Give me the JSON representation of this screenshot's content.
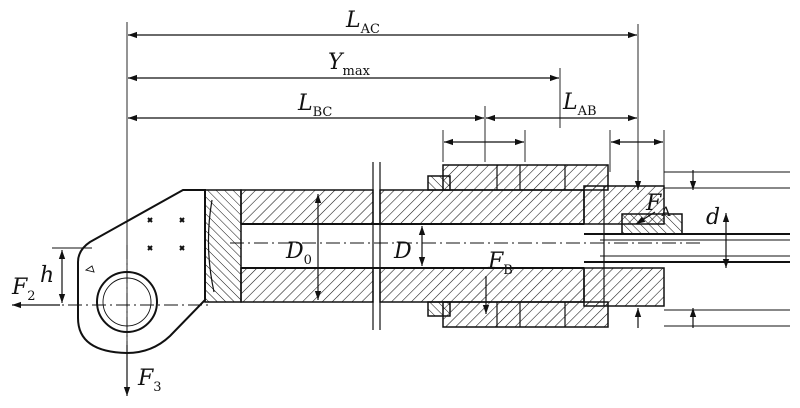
{
  "labels": {
    "L_AC": {
      "main": "L",
      "sub": "AC"
    },
    "Y_max": {
      "main": "Y",
      "sub": "max"
    },
    "L_BC": {
      "main": "L",
      "sub": "BC"
    },
    "L_AB": {
      "main": "L",
      "sub": "AB"
    },
    "D0": {
      "main": "D",
      "sub": "0"
    },
    "D": {
      "main": "D"
    },
    "d": {
      "main": "d"
    },
    "F_A": {
      "main": "F",
      "sub": "A"
    },
    "F_B": {
      "main": "F",
      "sub": "B"
    },
    "F2": {
      "main": "F",
      "sub": "2"
    },
    "F3": {
      "main": "F",
      "sub": "3"
    },
    "h": {
      "main": "h"
    }
  }
}
